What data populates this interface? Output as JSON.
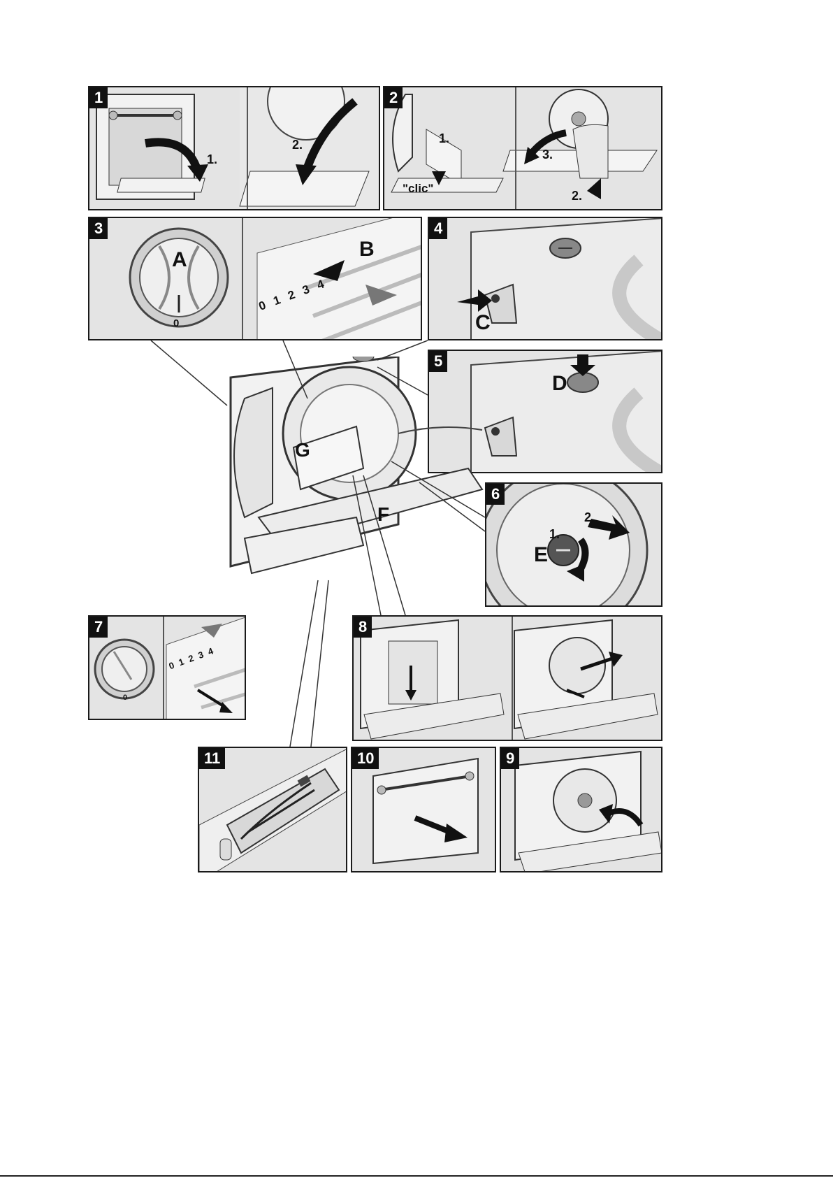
{
  "panels": {
    "p1": {
      "number": "1",
      "steps": [
        "1.",
        "2."
      ]
    },
    "p2": {
      "number": "2",
      "steps": [
        "1.",
        "2.",
        "3."
      ],
      "sound": "\"clic\""
    },
    "p3": {
      "number": "3",
      "labels": [
        "A",
        "B"
      ],
      "dial_zero": "0",
      "scale": "0 1 2 3 4"
    },
    "p4": {
      "number": "4",
      "label": "C"
    },
    "p5": {
      "number": "5",
      "label": "D"
    },
    "p6": {
      "number": "6",
      "label": "E",
      "steps": [
        "1.",
        "2."
      ]
    },
    "p7": {
      "number": "7",
      "dial_zero": "0",
      "scale": "0 1 2 3 4"
    },
    "p8": {
      "number": "8"
    },
    "p9": {
      "number": "9"
    },
    "p10": {
      "number": "10"
    },
    "p11": {
      "number": "11"
    }
  },
  "main": {
    "labels": [
      "G",
      "F"
    ]
  }
}
